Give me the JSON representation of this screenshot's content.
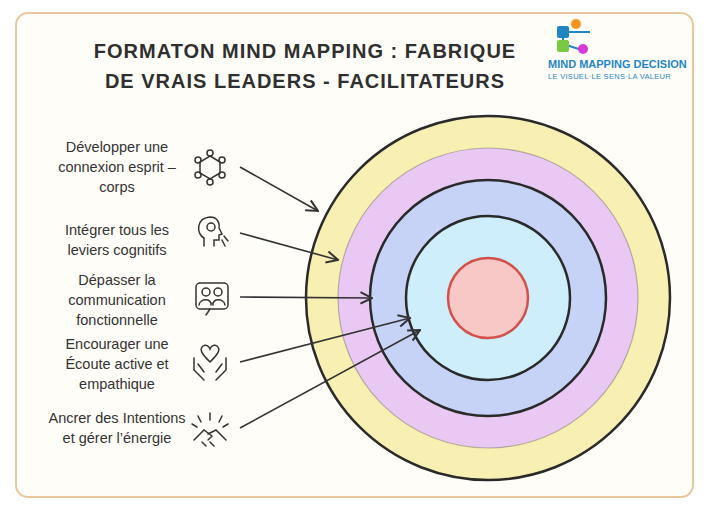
{
  "diagram": {
    "title": "FORMATON MIND MAPPING : FABRIQUE DE VRAIS LEADERS - FACILITATEURS",
    "labels": [
      "Développer une connexion esprit – corps",
      "Intégrer tous les leviers cognitifs",
      "Dépasser la communication fonctionnelle",
      "Encourager une Écoute active et empathique",
      "Ancrer des Intentions et gérer l’énergie",
      "MIND MAPPING DECISION",
      "LE VISUEL·LE SENS·LA VALEUR"
    ]
  }
}
